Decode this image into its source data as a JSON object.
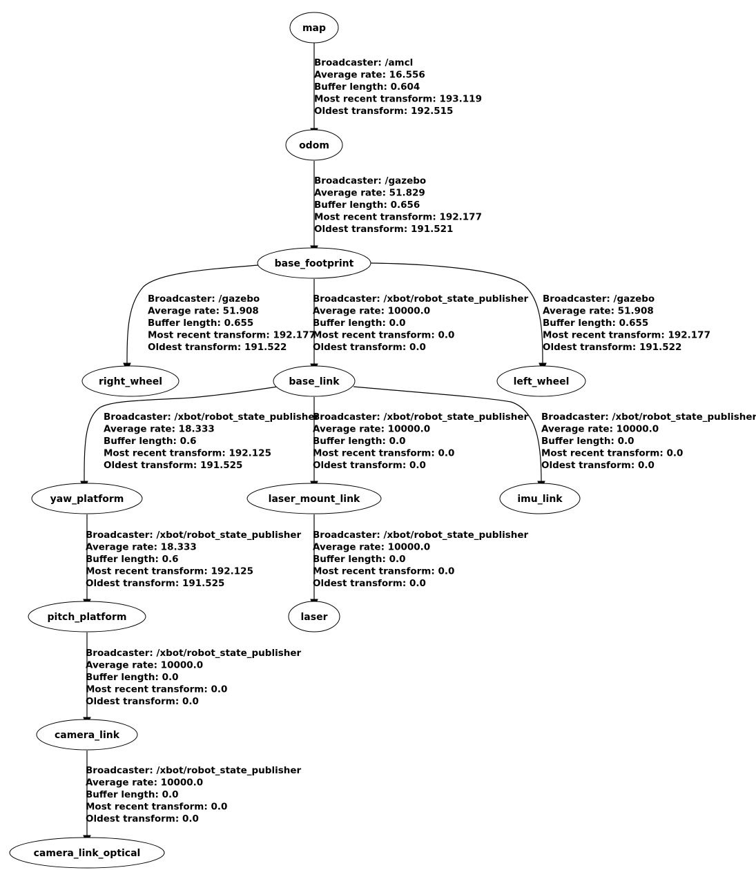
{
  "diagram": {
    "nodes": {
      "map": "map",
      "odom": "odom",
      "base_footprint": "base_footprint",
      "right_wheel": "right_wheel",
      "base_link": "base_link",
      "left_wheel": "left_wheel",
      "yaw_platform": "yaw_platform",
      "laser_mount_link": "laser_mount_link",
      "imu_link": "imu_link",
      "pitch_platform": "pitch_platform",
      "laser": "laser",
      "camera_link": "camera_link",
      "camera_link_optical": "camera_link_optical"
    },
    "edges": {
      "map_odom": [
        "Broadcaster: /amcl",
        "Average rate: 16.556",
        "Buffer length: 0.604",
        "Most recent transform: 193.119",
        "Oldest transform: 192.515"
      ],
      "odom_base_footprint": [
        "Broadcaster: /gazebo",
        "Average rate: 51.829",
        "Buffer length: 0.656",
        "Most recent transform: 192.177",
        "Oldest transform: 191.521"
      ],
      "base_footprint_right_wheel": [
        "Broadcaster: /gazebo",
        "Average rate: 51.908",
        "Buffer length: 0.655",
        "Most recent transform: 192.177",
        "Oldest transform: 191.522"
      ],
      "base_footprint_base_link": [
        "Broadcaster: /xbot/robot_state_publisher",
        "Average rate: 10000.0",
        "Buffer length: 0.0",
        "Most recent transform: 0.0",
        "Oldest transform: 0.0"
      ],
      "base_footprint_left_wheel": [
        "Broadcaster: /gazebo",
        "Average rate: 51.908",
        "Buffer length: 0.655",
        "Most recent transform: 192.177",
        "Oldest transform: 191.522"
      ],
      "base_link_yaw_platform": [
        "Broadcaster: /xbot/robot_state_publisher",
        "Average rate: 18.333",
        "Buffer length: 0.6",
        "Most recent transform: 192.125",
        "Oldest transform: 191.525"
      ],
      "base_link_laser_mount_link": [
        "Broadcaster: /xbot/robot_state_publisher",
        "Average rate: 10000.0",
        "Buffer length: 0.0",
        "Most recent transform: 0.0",
        "Oldest transform: 0.0"
      ],
      "base_link_imu_link": [
        "Broadcaster: /xbot/robot_state_publisher",
        "Average rate: 10000.0",
        "Buffer length: 0.0",
        "Most recent transform: 0.0",
        "Oldest transform: 0.0"
      ],
      "yaw_platform_pitch_platform": [
        "Broadcaster: /xbot/robot_state_publisher",
        "Average rate: 18.333",
        "Buffer length: 0.6",
        "Most recent transform: 192.125",
        "Oldest transform: 191.525"
      ],
      "laser_mount_link_laser": [
        "Broadcaster: /xbot/robot_state_publisher",
        "Average rate: 10000.0",
        "Buffer length: 0.0",
        "Most recent transform: 0.0",
        "Oldest transform: 0.0"
      ],
      "pitch_platform_camera_link": [
        "Broadcaster: /xbot/robot_state_publisher",
        "Average rate: 10000.0",
        "Buffer length: 0.0",
        "Most recent transform: 0.0",
        "Oldest transform: 0.0"
      ],
      "camera_link_camera_link_optical": [
        "Broadcaster: /xbot/robot_state_publisher",
        "Average rate: 10000.0",
        "Buffer length: 0.0",
        "Most recent transform: 0.0",
        "Oldest transform: 0.0"
      ]
    }
  }
}
